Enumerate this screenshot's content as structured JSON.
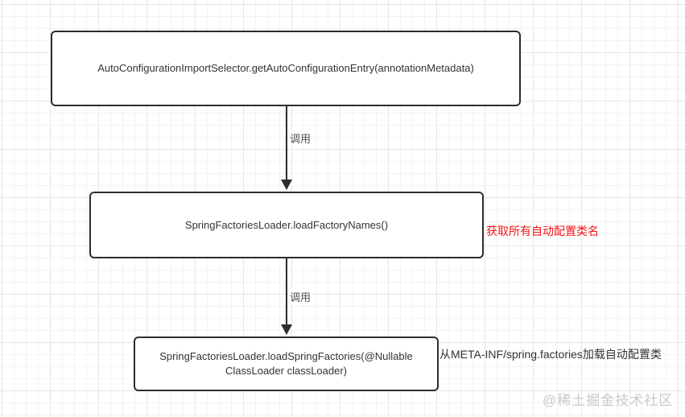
{
  "diagram": {
    "nodes": [
      {
        "id": "get-auto-configuration-entry",
        "label": "AutoConfigurationImportSelector.getAutoConfigurationEntry(annotationMetadata)"
      },
      {
        "id": "load-factory-names",
        "label": "SpringFactoriesLoader.loadFactoryNames()"
      },
      {
        "id": "load-spring-factories",
        "label": "SpringFactoriesLoader.loadSpringFactories(@Nullable ClassLoader classLoader)"
      }
    ],
    "edges": [
      {
        "from": "get-auto-configuration-entry",
        "to": "load-factory-names",
        "label": "调用"
      },
      {
        "from": "load-factory-names",
        "to": "load-spring-factories",
        "label": "调用"
      }
    ],
    "annotations": [
      {
        "attached_to": "load-factory-names",
        "text": "获取所有自动配置类名",
        "color": "#f51515"
      },
      {
        "attached_to": "load-spring-factories",
        "text": "从META-INF/spring.factories加载自动配置类",
        "color": "#333333"
      }
    ],
    "watermark": "@稀土掘金技术社区"
  },
  "colors": {
    "node_border": "#2d2d2d",
    "node_fill": "#ffffff",
    "node_text": "#333333",
    "edge": "#2d2d2d",
    "edge_label": "#4f4f4f",
    "annotation_red": "#f51515",
    "grid_minor": "#f3f3f5",
    "grid_major": "#e6e6ea",
    "watermark": "#c9c9c9"
  }
}
